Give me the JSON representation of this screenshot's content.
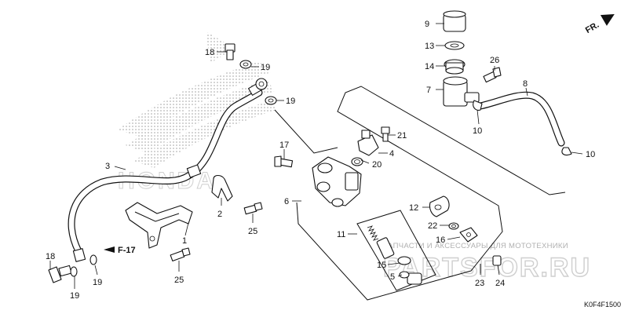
{
  "diagram": {
    "code": "K0F4F1500",
    "direction_label": "FR.",
    "reference_label": "F-17",
    "part_numbers": [
      "1",
      "2",
      "3",
      "4",
      "5",
      "6",
      "7",
      "8",
      "9",
      "10",
      "11",
      "12",
      "13",
      "14",
      "15",
      "16",
      "17",
      "18",
      "19",
      "20",
      "21",
      "22",
      "23",
      "24",
      "25",
      "26"
    ],
    "callouts": {
      "c1": "1",
      "c2": "2",
      "c3": "3",
      "c4": "4",
      "c5": "5",
      "c6": "6",
      "c7": "7",
      "c8": "8",
      "c9": "9",
      "c10a": "10",
      "c10b": "10",
      "c11": "11",
      "c12": "12",
      "c13": "13",
      "c14": "14",
      "c15": "15",
      "c16": "16",
      "c17": "17",
      "c18a": "18",
      "c18b": "18",
      "c19a": "19",
      "c19b": "19",
      "c19c": "19",
      "c19d": "19",
      "c20": "20",
      "c21": "21",
      "c22": "22",
      "c23": "23",
      "c24": "24",
      "c25a": "25",
      "c25b": "25",
      "c26": "26"
    }
  },
  "watermark": {
    "logo_text": "PARTSFOR.RU",
    "caption": "ЗАПЧАСТИ И АКСЕССУАРЫ ДЛЯ МОТОТЕХНИКИ"
  },
  "colors": {
    "line": "#111111",
    "background": "#ffffff",
    "watermark": "#c8c8c8"
  }
}
